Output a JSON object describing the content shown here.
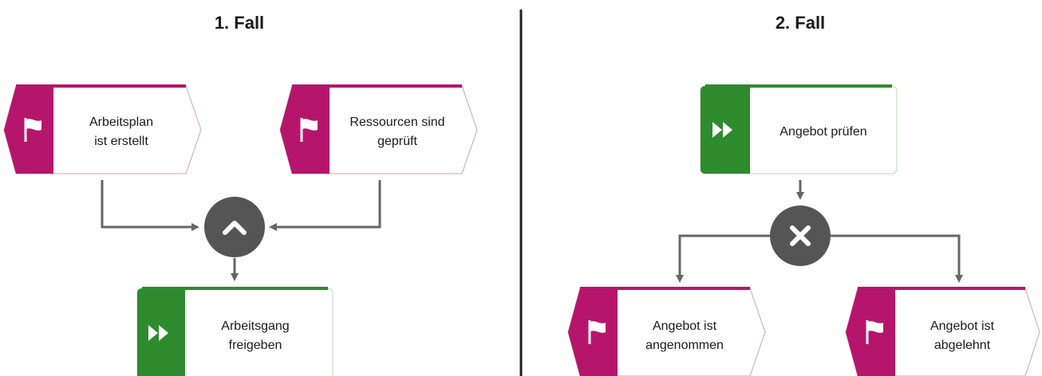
{
  "panels": [
    {
      "title": "1. Fall",
      "events_top": [
        {
          "line1": "Arbeitsplan",
          "line2": "ist erstellt"
        },
        {
          "line1": "Ressourcen sind",
          "line2": "geprüft"
        }
      ],
      "connector": {
        "type": "AND",
        "symbol": "^",
        "icon": "chevron-up-icon"
      },
      "function": {
        "line1": "Arbeitsgang",
        "line2": "freigeben"
      }
    },
    {
      "title": "2. Fall",
      "function": {
        "line1": "Angebot prüfen"
      },
      "connector": {
        "type": "XOR",
        "symbol": "×",
        "icon": "cross-icon"
      },
      "events_bottom": [
        {
          "line1": "Angebot ist",
          "line2": "angenommen"
        },
        {
          "line1": "Angebot ist",
          "line2": "abgelehnt"
        }
      ]
    }
  ],
  "colors": {
    "event": "#b5166b",
    "function": "#2e8b2e",
    "connector": "#555555",
    "arrow": "#666666",
    "divider": "#222222"
  },
  "icons": {
    "event": "flag-icon",
    "function": "fast-forward-icon"
  }
}
